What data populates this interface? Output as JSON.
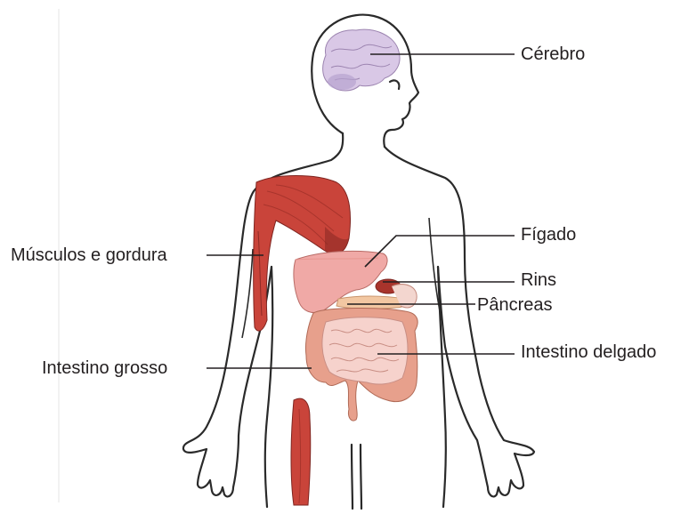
{
  "diagram": {
    "labels": {
      "brain": "Cérebro",
      "liver": "Fígado",
      "kidneys": "Rins",
      "pancreas": "Pâncreas",
      "small_intestine": "Intestino delgado",
      "muscles_fat": "Músculos e gordura",
      "large_intestine": "Intestino grosso"
    },
    "colors": {
      "outline": "#2a2a2a",
      "muscle": "#c9443a",
      "muscle_dark": "#8e2a25",
      "liver": "#f0a9a6",
      "intestine": "#e7a08c",
      "small_intestine": "#f6d2cc",
      "brain": "#c9b3dc",
      "leader_line": "#231f20"
    }
  }
}
